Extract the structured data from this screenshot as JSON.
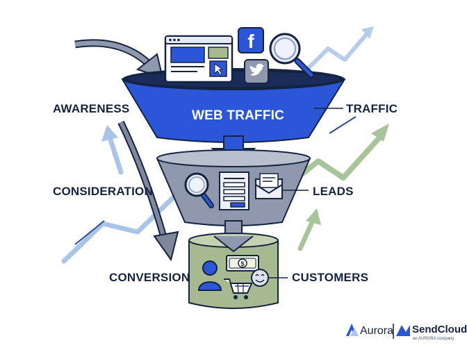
{
  "stages": {
    "top_label": "WEB TRAFFIC"
  },
  "labels": {
    "awareness": "AWARENESS",
    "consideration": "CONSIDERATION",
    "conversion": "CONVERSION",
    "traffic": "TRAFFIC",
    "leads": "LEADS",
    "customers": "CUSTOMERS"
  },
  "logos": {
    "aurora": "Aurora",
    "sendcloud": "SendCloud",
    "sendcloud_sub": "an AURORA company"
  },
  "icons": {
    "facebook_glyph": "f"
  },
  "colors": {
    "funnel_top": "#2b56d8",
    "funnel_mid": "#8f98ad",
    "funnel_bottom": "#a7b98f",
    "navy": "#14233f",
    "light_blue": "#a9c4e6",
    "light_green": "#a8c49a"
  }
}
